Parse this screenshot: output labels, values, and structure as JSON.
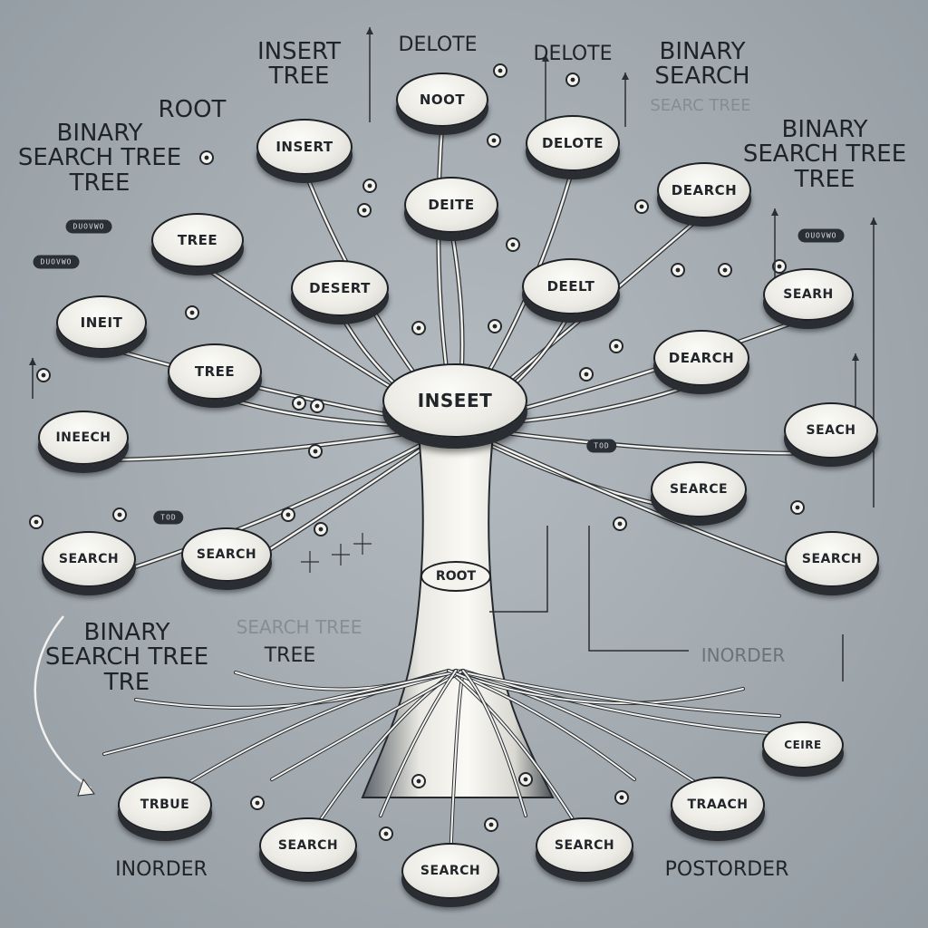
{
  "diagram": {
    "center_node": "INSEET",
    "trunk_label": "ROOT",
    "nodes": [
      {
        "id": "n1",
        "text": "NOOT"
      },
      {
        "id": "n2",
        "text": "DELOTE"
      },
      {
        "id": "n3",
        "text": "INSERT"
      },
      {
        "id": "n4",
        "text": "DEITE"
      },
      {
        "id": "n5",
        "text": "DEARCH"
      },
      {
        "id": "n6",
        "text": "TREE"
      },
      {
        "id": "n7",
        "text": "DESERT"
      },
      {
        "id": "n8",
        "text": "DEELT"
      },
      {
        "id": "n9",
        "text": "SEARH"
      },
      {
        "id": "n10",
        "text": "INEIT"
      },
      {
        "id": "n11",
        "text": "TREE"
      },
      {
        "id": "n12",
        "text": "DEARCH"
      },
      {
        "id": "n13",
        "text": "INEECH"
      },
      {
        "id": "n14",
        "text": "SEACH"
      },
      {
        "id": "n15",
        "text": "SEARCE"
      },
      {
        "id": "n16",
        "text": "SEARCH"
      },
      {
        "id": "n17",
        "text": "SEARCH"
      },
      {
        "id": "n18",
        "text": "SEARCH"
      },
      {
        "id": "n19",
        "text": "CEIRE"
      },
      {
        "id": "n20",
        "text": "TRBUE"
      },
      {
        "id": "n21",
        "text": "TRAACH"
      },
      {
        "id": "n22",
        "text": "SEARCH"
      },
      {
        "id": "n23",
        "text": "SEARCH"
      },
      {
        "id": "n24",
        "text": "SEARCH"
      }
    ],
    "labels": {
      "insert_tree": "INSERT\nTREE",
      "delote_top": "DELOTE",
      "delote_right": "DELOTE",
      "bst_top_right": "BINARY\nSEARCH",
      "bst_top_right_faint": "SEARC TREE",
      "root_label": "ROOT",
      "bst_left": "BINARY\nSEARCH TREE\nTREE",
      "bst_right": "BINARY\nSEARCH TREE\nTREE",
      "bst_bottom_left": "BINARY\nSEARCH TREE\nTRE",
      "faint_mid": "SEARCH TREE",
      "tree_mid": "TREE",
      "inorder_right": "INORDER",
      "inorder_bottom": "INORDER",
      "postorder_bottom": "POSTORDER"
    },
    "tags": [
      "DUOVWO",
      "DUOVWO",
      "OUOVWO",
      "TOD",
      "TOD"
    ]
  }
}
